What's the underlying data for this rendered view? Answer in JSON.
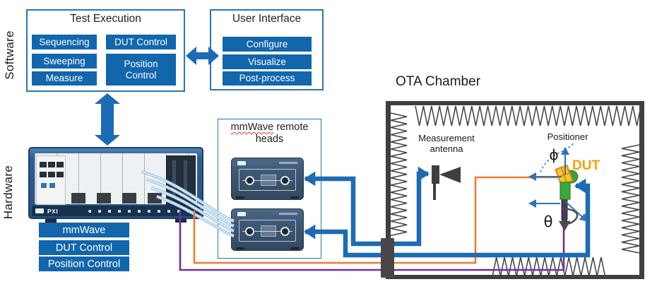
{
  "section_labels": {
    "software": "Software",
    "hardware": "Hardware"
  },
  "test_execution": {
    "title": "Test Execution",
    "buttons": [
      "Sequencing",
      "DUT Control",
      "Sweeping",
      "Position Control",
      "Measure"
    ]
  },
  "user_interface": {
    "title": "User Interface",
    "buttons": [
      "Configure",
      "Visualize",
      "Post-process"
    ]
  },
  "chassis": {
    "brand": "PXI",
    "capabilities": [
      "mmWave",
      "DUT Control",
      "Position Control"
    ]
  },
  "remote_heads": {
    "title_word": "mmWave",
    "title_rest": " remote heads"
  },
  "ota_chamber": {
    "title": "OTA Chamber",
    "measurement_antenna": "Measurement antenna",
    "positioner": "Positioner",
    "dut": "DUT",
    "phi": "ϕ",
    "theta": "θ"
  },
  "colors": {
    "accent_blue": "#1C6BB5",
    "button_blue": "#1266AC",
    "box_border_blue": "#2E74B5",
    "orange_line": "#ED7D31",
    "purple_line": "#7030A0",
    "cable_light_blue": "#A9CCEA",
    "chamber_wall_gray": "#3F3F3F",
    "dut_label_orange": "#F5A100",
    "mount_green": "#3CA83C"
  }
}
